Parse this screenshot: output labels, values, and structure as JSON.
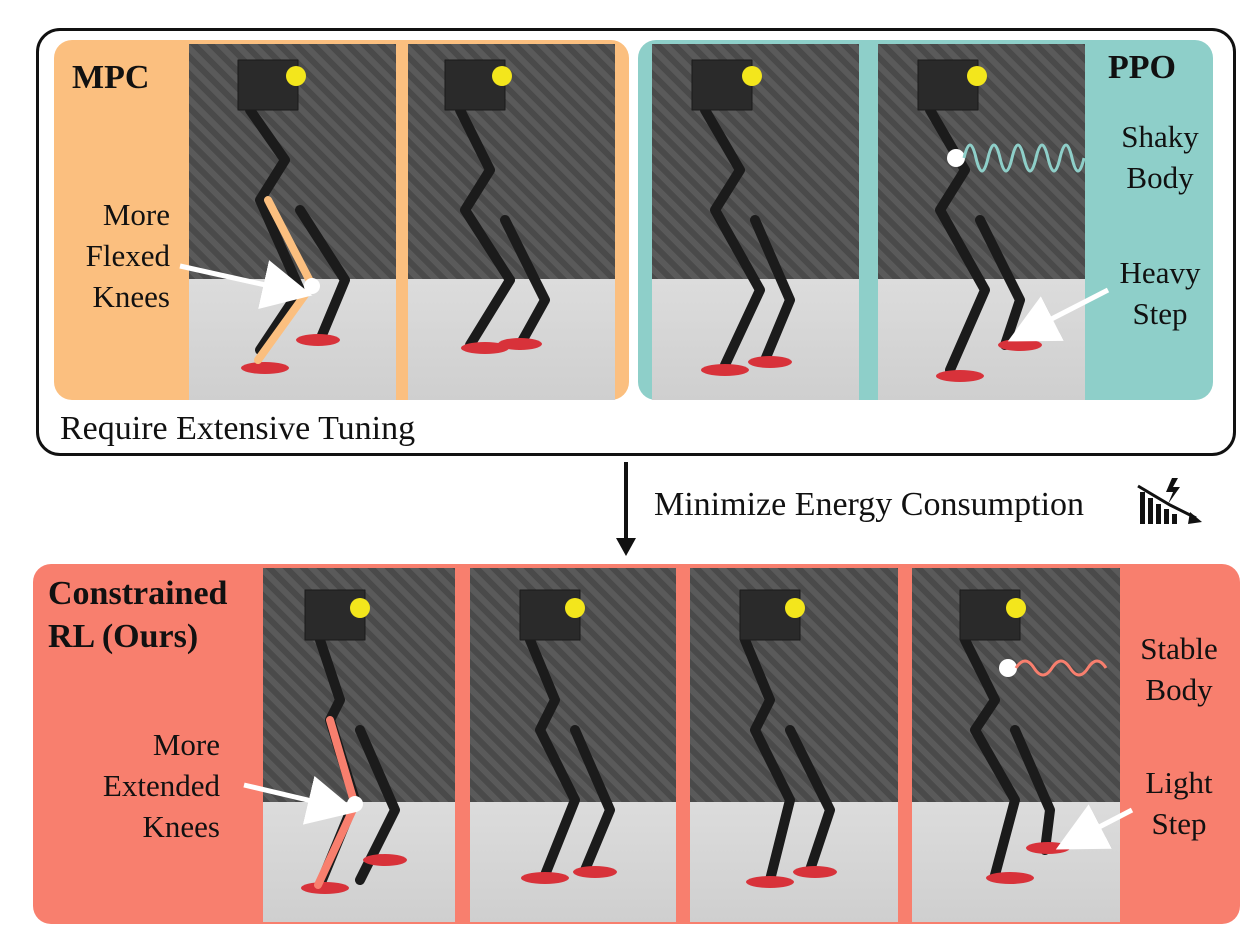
{
  "colors": {
    "mpc": "#fbbf7f",
    "ppo": "#8ecfc9",
    "ours": "#f87f6e",
    "ppo_wave": "#8ecfc9",
    "ours_wave": "#f87f6e"
  },
  "mpc": {
    "title": "MPC",
    "annotation": [
      "More",
      "Flexed",
      "Knees"
    ]
  },
  "ppo": {
    "title": "PPO",
    "annotation_body": [
      "Shaky",
      "Body"
    ],
    "annotation_step": [
      "Heavy",
      "Step"
    ]
  },
  "top_caption": "Require Extensive Tuning",
  "transition": {
    "label": "Minimize Energy Consumption",
    "icon": "energy-decrease-icon"
  },
  "ours": {
    "title": [
      "Constrained",
      "RL (Ours)"
    ],
    "annotation_knees": [
      "More",
      "Extended",
      "Knees"
    ],
    "annotation_body": [
      "Stable",
      "Body"
    ],
    "annotation_step": [
      "Light",
      "Step"
    ]
  }
}
